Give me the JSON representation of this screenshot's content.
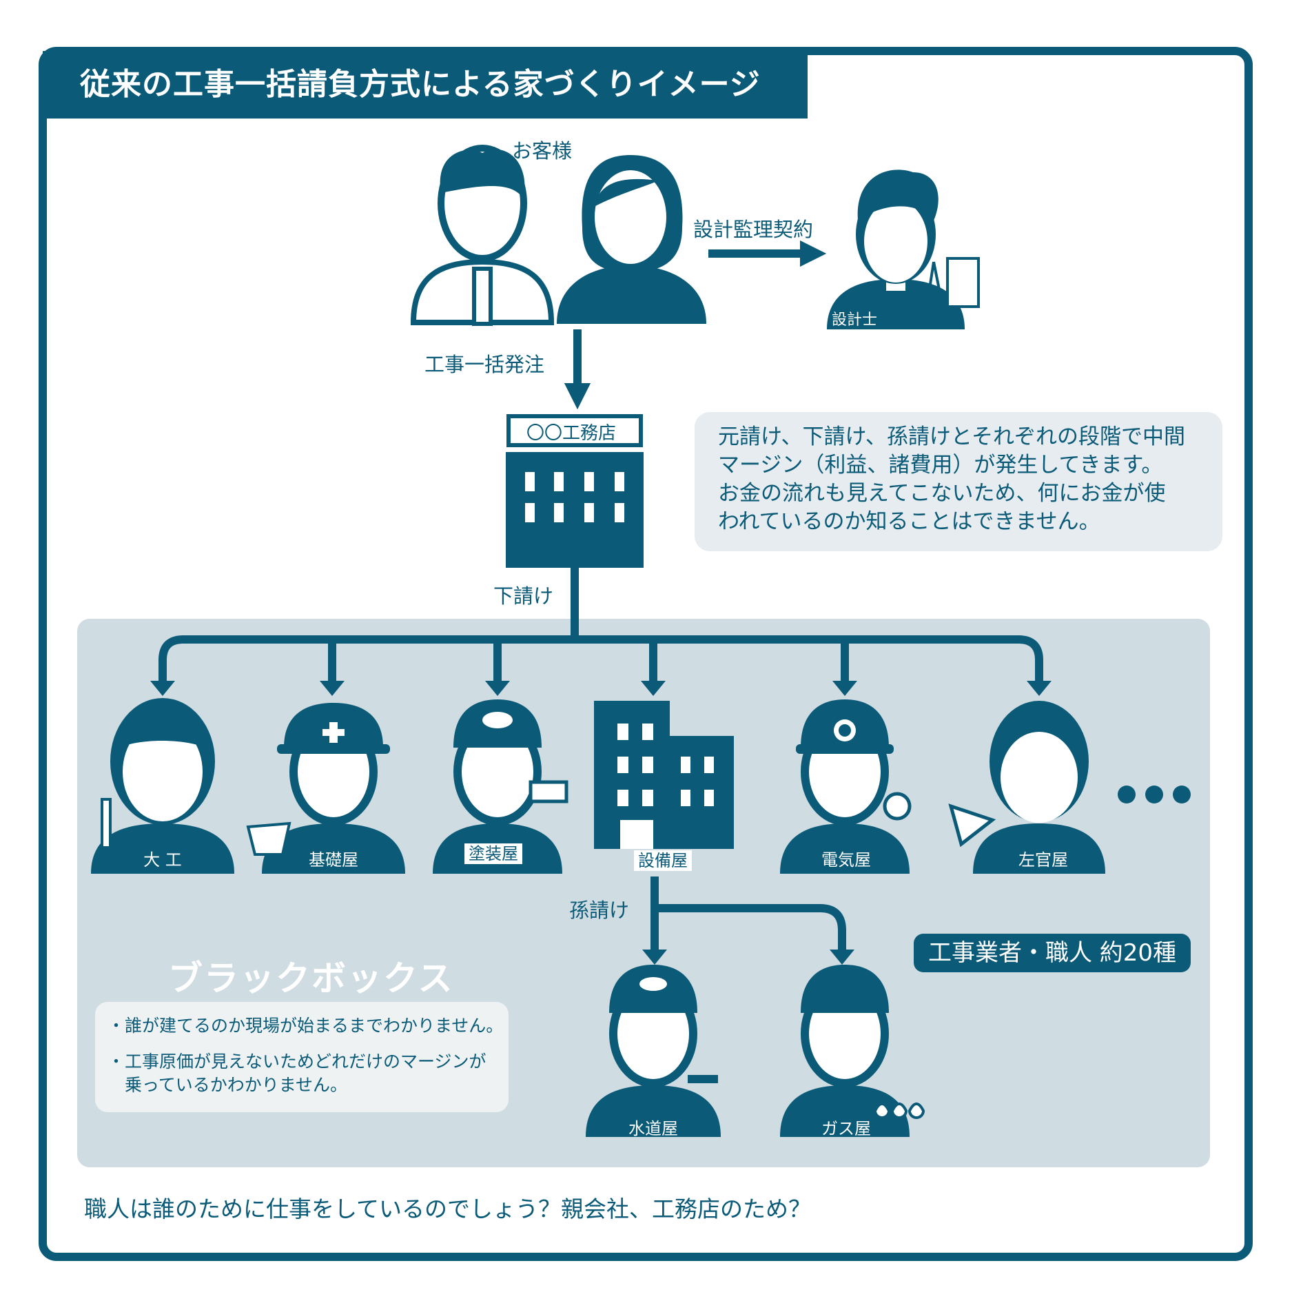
{
  "title": "従来の工事一括請負方式による家づくりイメージ",
  "customer_label": "お客様",
  "design_contract_label": "設計監理契約",
  "architect_label": "設計士",
  "order_label": "工事一括発注",
  "contractor_sign": "〇〇工務店",
  "subcontract_label": "下請け",
  "note_lines": [
    "元請け、下請け、孫請けとそれぞれの段階で中間",
    "マージン（利益、諸費用）が発生してきます。",
    "お金の流れも見えてこないため、何にお金が使",
    "われているのか知ることはできません。"
  ],
  "trades": [
    "大 工",
    "基礎屋",
    "塗装屋",
    "設備屋",
    "電気屋",
    "左官屋"
  ],
  "sub_sub_label": "孫請け",
  "sub_trades": [
    "水道屋",
    "ガス屋"
  ],
  "blackbox_title": "ブラックボックス",
  "blackbox_lines": [
    "・誰が建てるのか現場が始まるまでわかりません。",
    "・工事原価が見えないためどれだけのマージンが",
    "　乗っているかわかりません。"
  ],
  "badge": "工事業者・職人  約20種",
  "bottom_question": "職人は誰のために仕事をしているのでしょう？親会社、工務店のため？",
  "colors": {
    "primary": "#0a5a78",
    "panel": "#cfdce1",
    "note": "#e6ecef"
  }
}
